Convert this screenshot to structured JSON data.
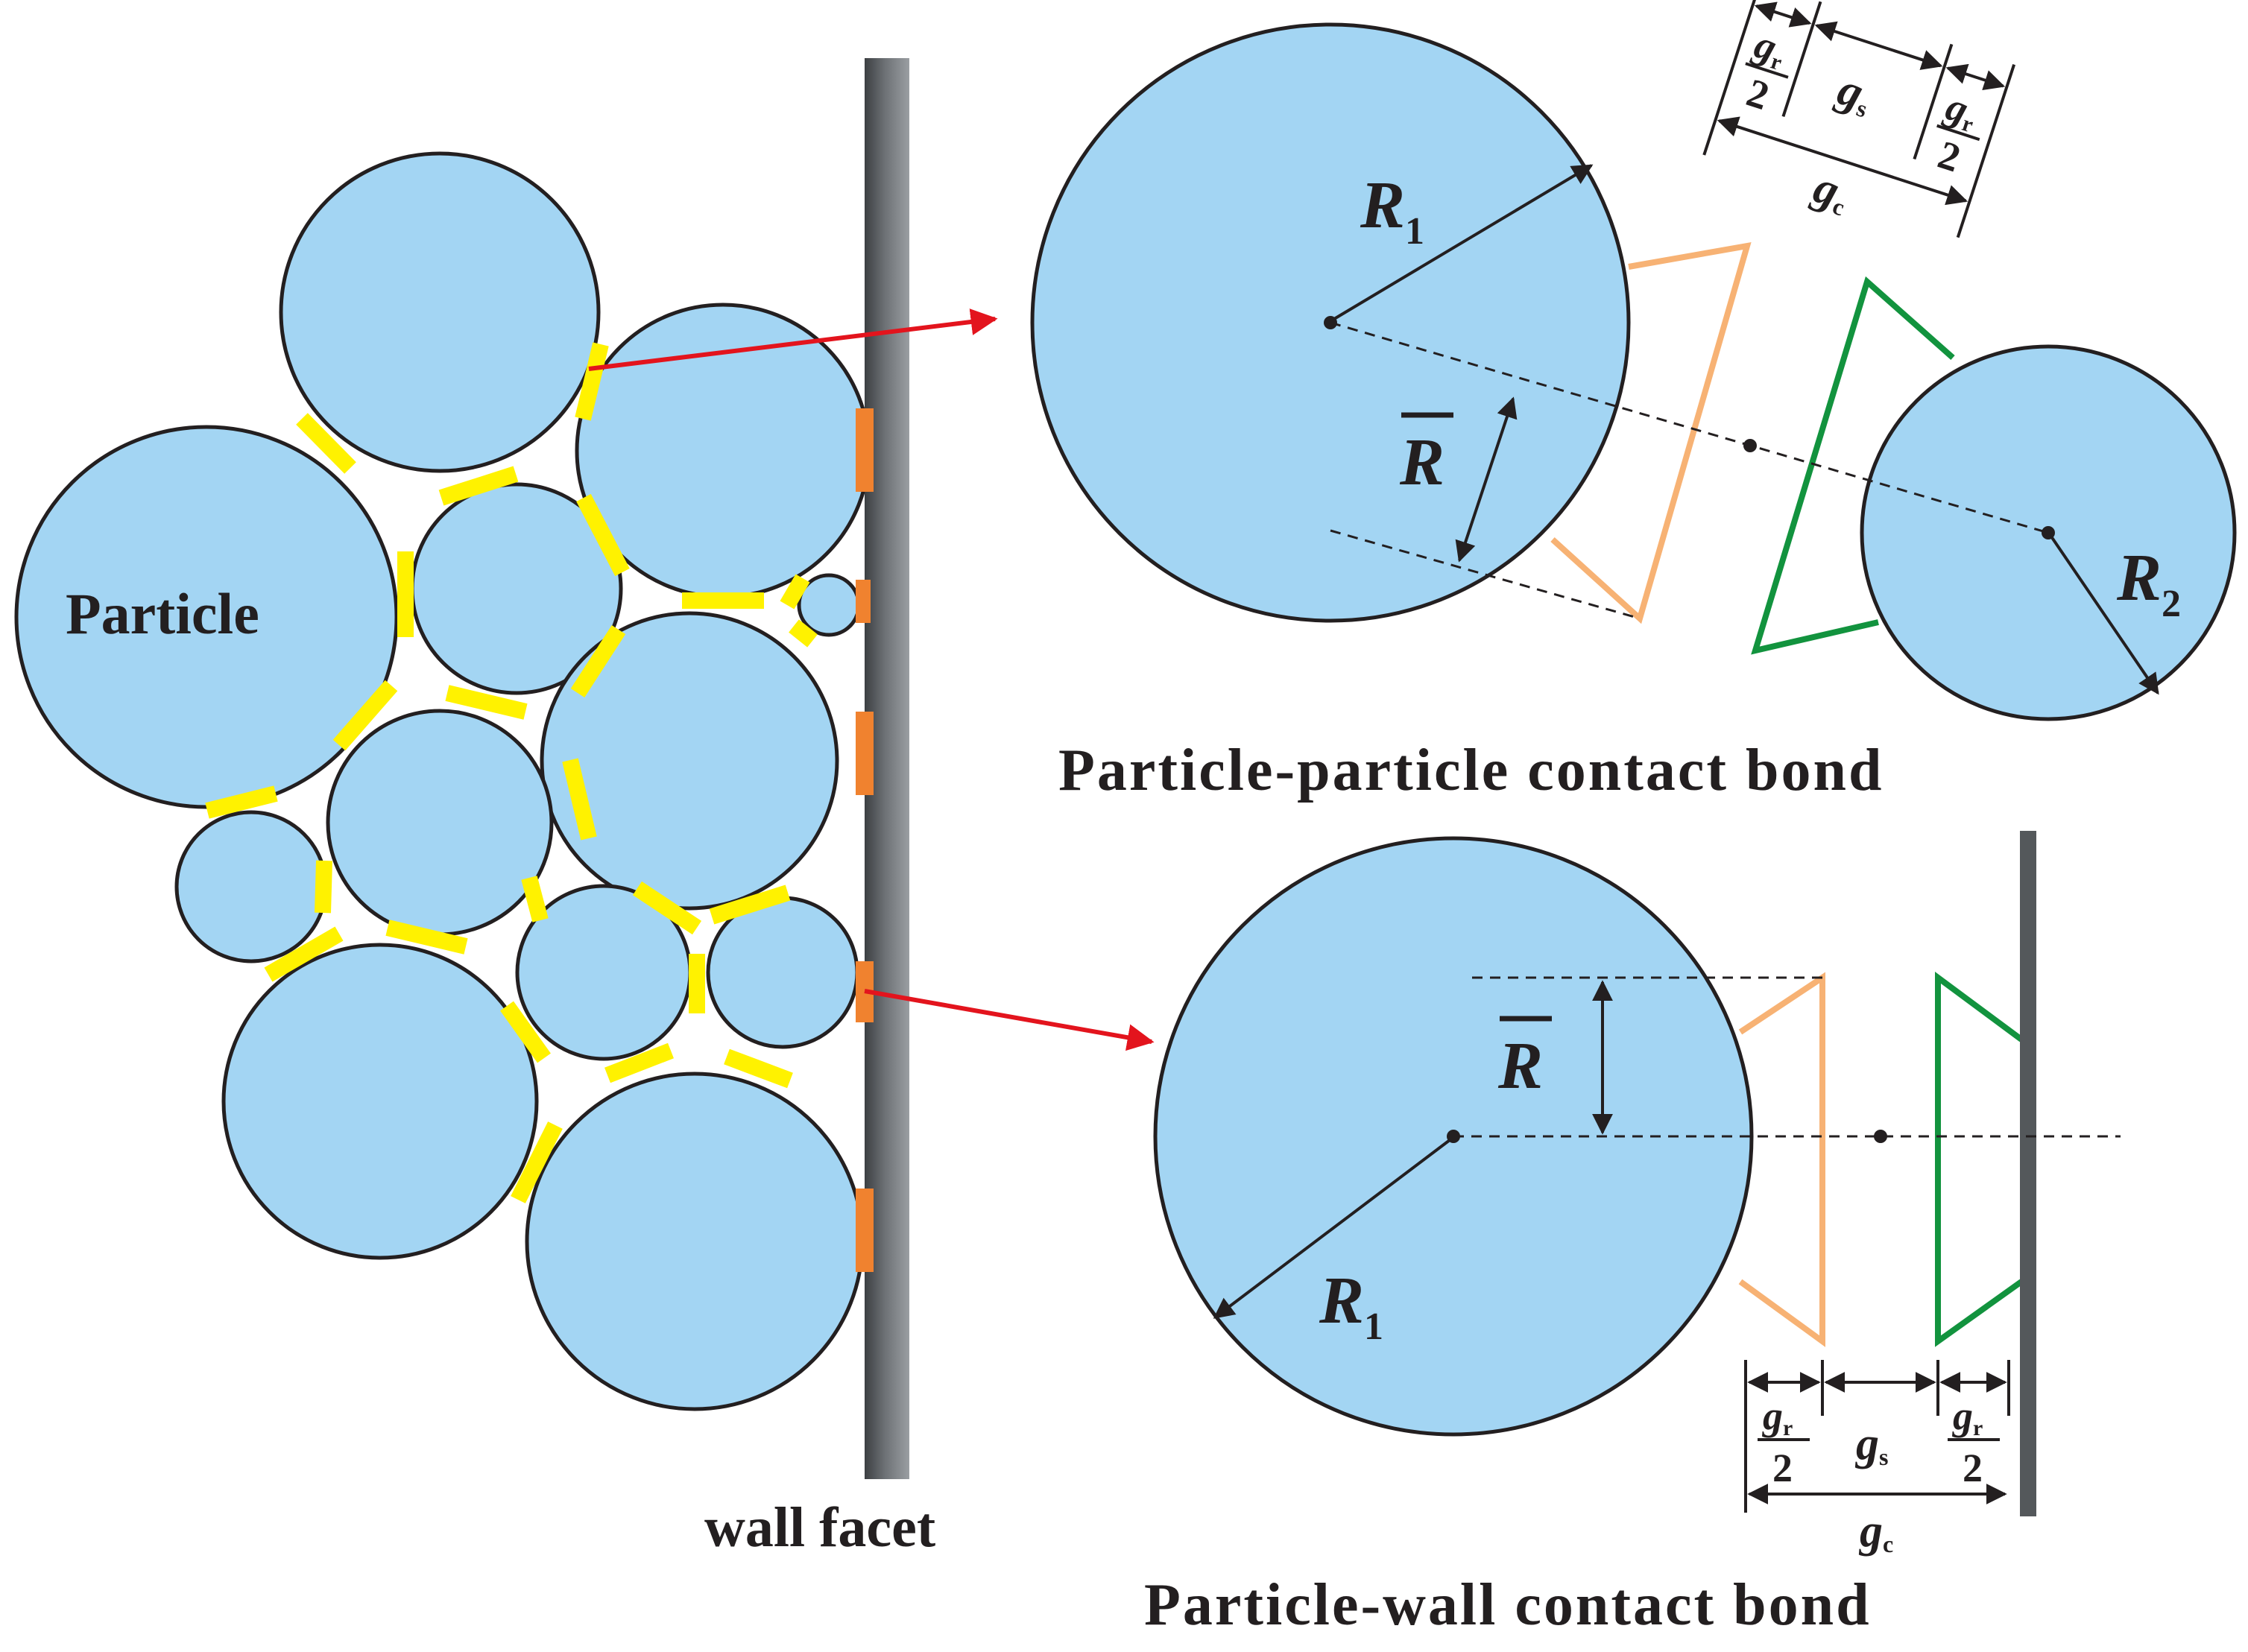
{
  "labels": {
    "particle": "Particle",
    "wall_facet": "wall facet",
    "pp_caption": "Particle-particle contact bond",
    "pw_caption": "Particle-wall contact bond"
  },
  "symbols": {
    "R": "R",
    "R_bar": "R",
    "sub_1": "1",
    "sub_2": "2",
    "g": "g",
    "sub_r": "r",
    "sub_s": "s",
    "sub_c": "c",
    "half_denominator": "2"
  },
  "colors": {
    "particle_fill": "#a3d5f3",
    "outline": "#231f20",
    "parallel_bond": "#fff200",
    "wall_bond": "#f0822f",
    "arrow": "#e3141d",
    "orange_trapezoid": "#f7b274",
    "green_trapezoid": "#12933e",
    "wall_dark": "#54585b"
  }
}
